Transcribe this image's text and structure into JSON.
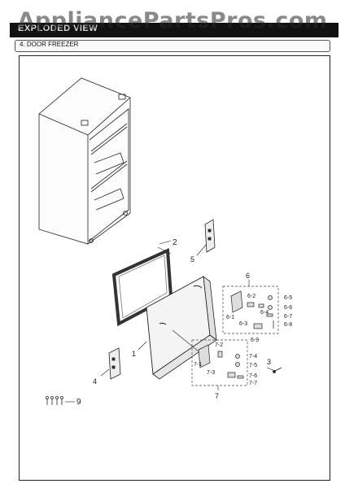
{
  "header": {
    "section_title": "EXPLODED VIEW",
    "watermark": "AppliancePartsPros.com",
    "subsection": "4. DOOR FREEZER"
  },
  "diagram": {
    "callouts": {
      "p1": "1",
      "p2": "2",
      "p3": "3",
      "p4": "4",
      "p5": "5",
      "p6": "6",
      "p6_1": "6-1",
      "p6_2": "6-2",
      "p6_3": "6-3",
      "p6_4": "6-4",
      "p6_5": "6-5",
      "p6_6": "6-6",
      "p6_7": "6-7",
      "p6_8": "6-8",
      "p6_9": "6-9",
      "p7": "7",
      "p7_1": "7-1",
      "p7_2": "7-2",
      "p7_3": "7-3",
      "p7_4": "7-4",
      "p7_5": "7-5",
      "p7_6": "7-6",
      "p7_7": "7-7",
      "p9": "9"
    },
    "colors": {
      "line": "#222222",
      "gasket": "#333333",
      "door": "#f4f4f4"
    }
  }
}
